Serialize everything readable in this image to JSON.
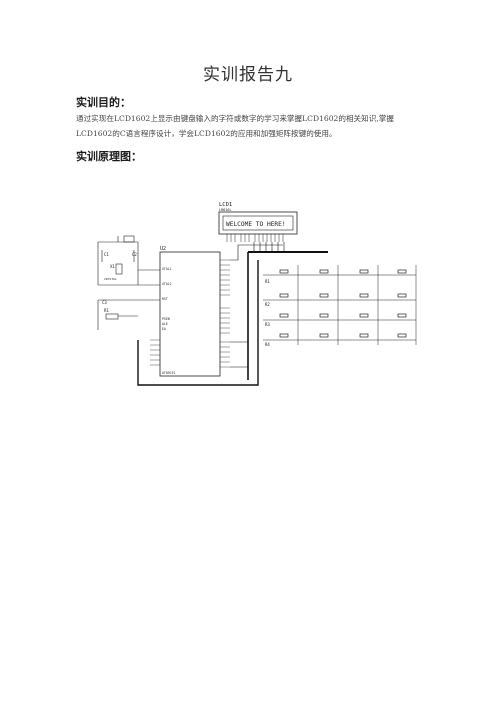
{
  "document": {
    "title": "实训报告九",
    "sections": [
      {
        "heading": "实训目的：",
        "body": "通过实现在LCD1602上显示由键盘输入的字符或数字的学习来掌握LCD1602的相关知识,掌握LCD1602的C语言程序设计，学会LCD1602的应用和加强矩阵按键的使用。"
      },
      {
        "heading": "实训原理图："
      }
    ]
  },
  "schematic": {
    "lcd_ref": "LCD1",
    "lcd_model": "LM016L",
    "lcd_text": "WELCOME TO HERE!",
    "mcu_ref": "U2",
    "mcu_model": "AT89C51",
    "labels": {
      "c1": "C1",
      "c2": "C2",
      "c3": "C3",
      "x1": "X1",
      "crystal": "CRYSTAL",
      "r1": "R1",
      "xtal1": "XTAL1",
      "xtal2": "XTAL2",
      "rst": "RST",
      "psen": "PSEN",
      "ale": "ALE",
      "ea": "EA"
    },
    "key_rows": [
      "R1",
      "R2",
      "R3",
      "R4"
    ]
  }
}
